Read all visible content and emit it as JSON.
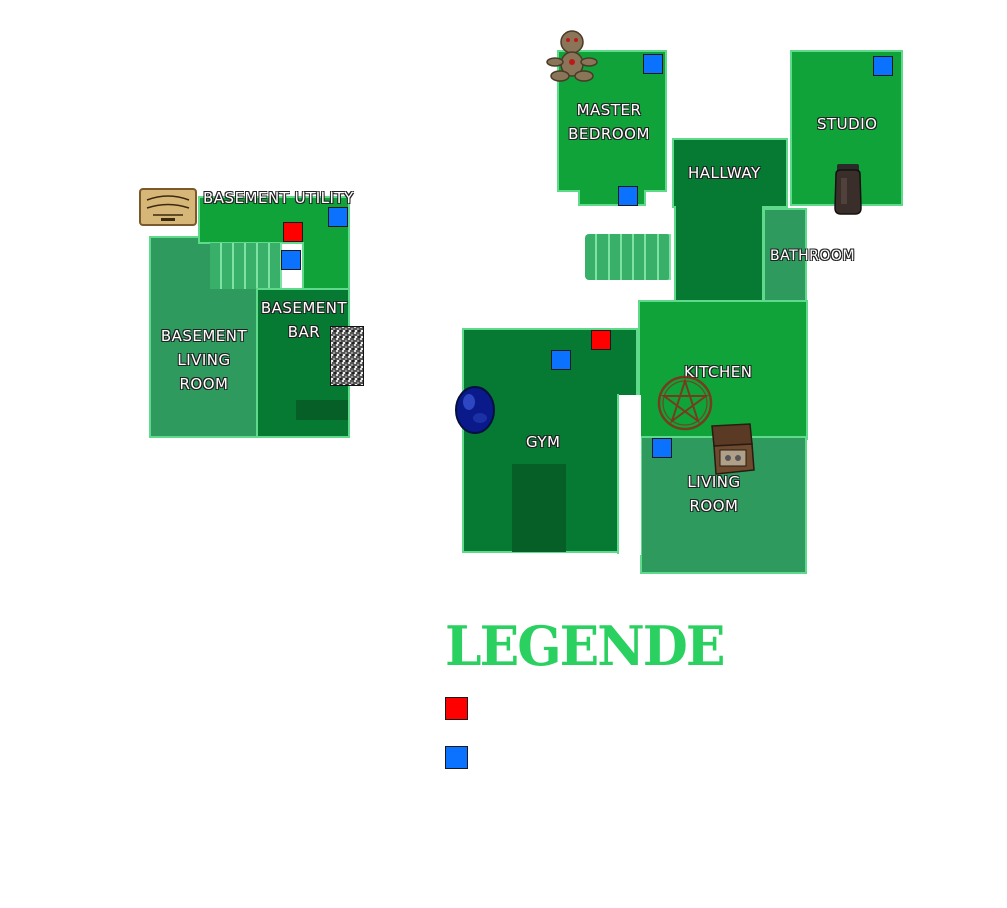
{
  "rooms": {
    "master_bedroom": "MASTER\nBEDROOM",
    "studio": "STUDIO",
    "hallway": "HALLWAY",
    "bathroom": "BATHROOM",
    "kitchen": "KITCHEN",
    "gym": "GYM",
    "living_room": "LIVING\nROOM",
    "basement_utility": "BASEMENT UTILITY",
    "basement_bar": "BASEMENT\nBAR",
    "basement_living_room": "BASEMENT\nLIVING\nROOM"
  },
  "legend": {
    "title": "LEGENDE",
    "red_label": "",
    "blue_label": ""
  },
  "colors": {
    "room_green": "#0fa33a",
    "room_dark": "#067a33",
    "room_light": "#2e9a5e",
    "marker_red": "#ff0000",
    "marker_blue": "#0a72ff",
    "legend_green": "#2bd160"
  },
  "icons": [
    "ouija-board-icon",
    "voodoo-doll-icon",
    "jar-icon",
    "crystal-ball-icon",
    "pentagram-icon",
    "music-box-icon",
    "tv-static-icon"
  ]
}
